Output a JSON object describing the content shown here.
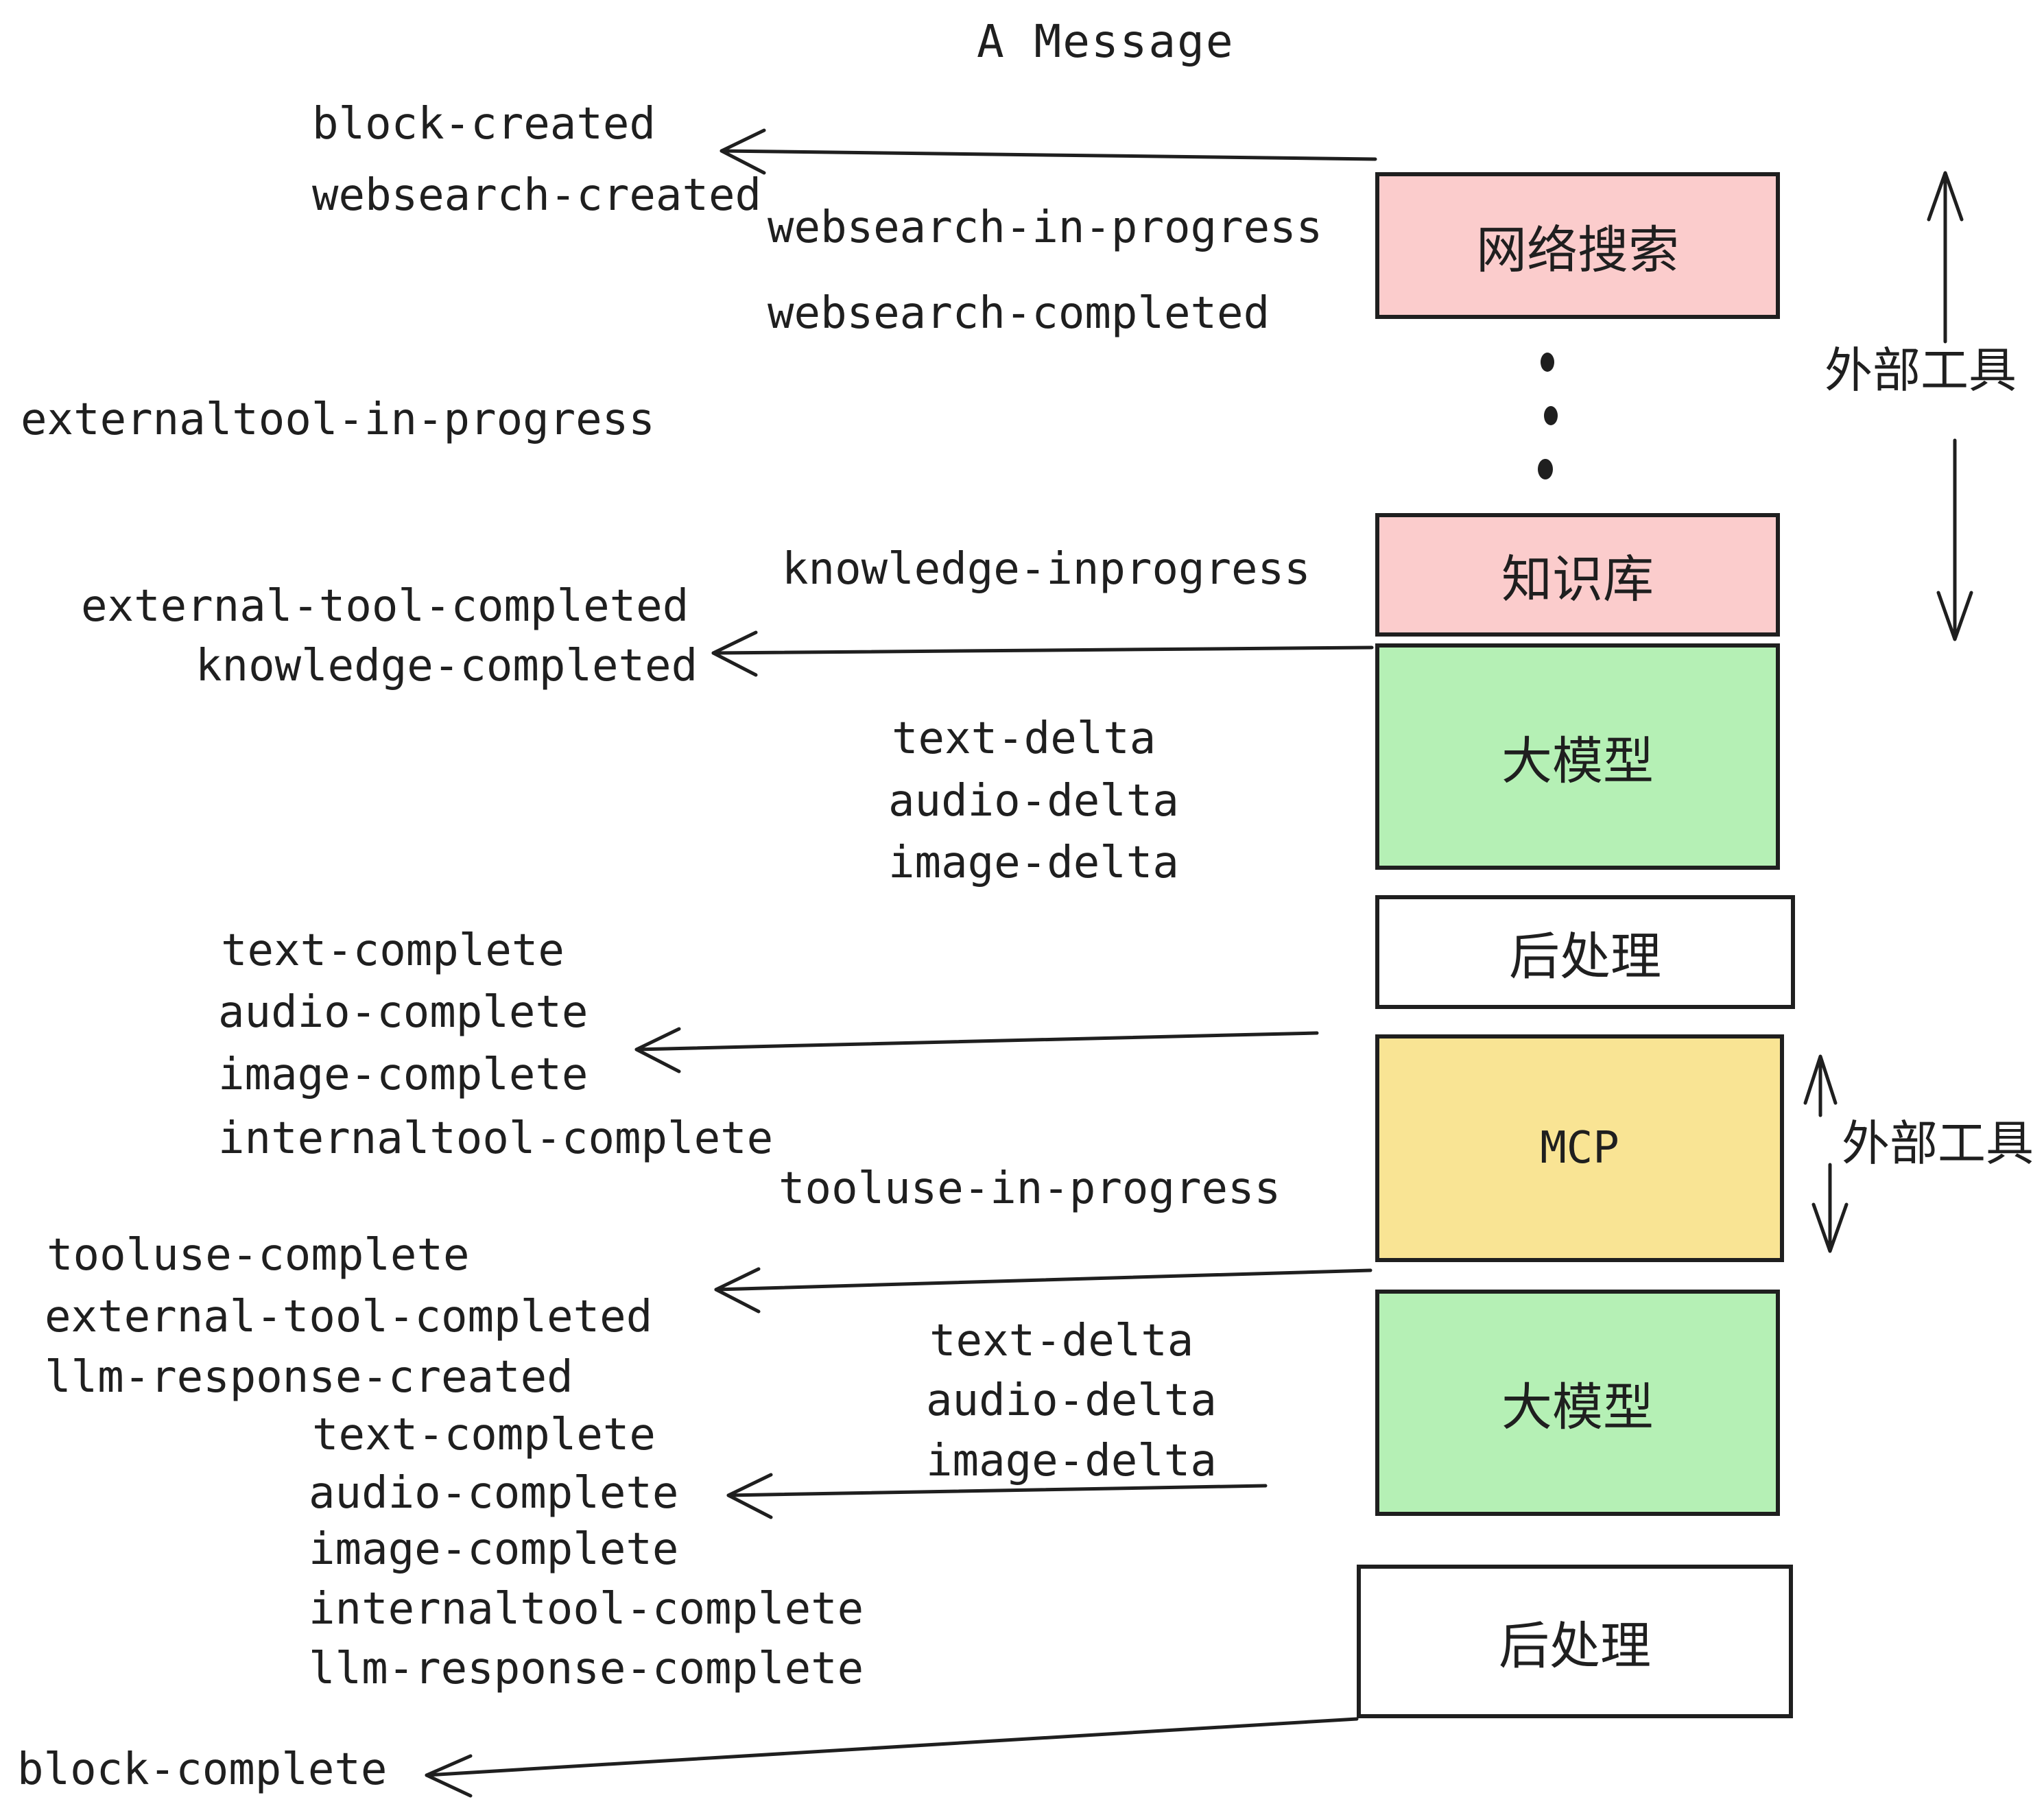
{
  "title": "A Message",
  "colors": {
    "pink": "#fbcccc",
    "green": "#b5f0b5",
    "yellow": "#f9e494",
    "white": "#ffffff",
    "ink": "#1f1f1f"
  },
  "boxes": [
    {
      "label": "网络搜索",
      "color": "pink"
    },
    {
      "label": "知识库",
      "color": "pink"
    },
    {
      "label": "大模型",
      "color": "green"
    },
    {
      "label": "后处理",
      "color": "white"
    },
    {
      "label": "MCP",
      "color": "yellow"
    },
    {
      "label": "大模型",
      "color": "green"
    },
    {
      "label": "后处理",
      "color": "white"
    }
  ],
  "annotations": {
    "external_tools_top": "外部工具",
    "external_tools_mid": "外部工具"
  },
  "events": {
    "block_created": "block-created",
    "websearch_created": "websearch-created",
    "websearch_in_progress": "websearch-in-progress",
    "websearch_completed": "websearch-completed",
    "externaltool_in_progress": "externaltool-in-progress",
    "knowledge_inprogress": "knowledge-inprogress",
    "external_tool_completed_1": "external-tool-completed",
    "knowledge_completed": "knowledge-completed",
    "text_delta_1": "text-delta",
    "audio_delta_1": "audio-delta",
    "image_delta_1": "image-delta",
    "text_complete_1": "text-complete",
    "audio_complete_1": "audio-complete",
    "image_complete_1": "image-complete",
    "internaltool_complete_1": "internaltool-complete",
    "tooluse_in_progress": "tooluse-in-progress",
    "tooluse_complete": "tooluse-complete",
    "external_tool_completed_2": "external-tool-completed",
    "llm_response_created": "llm-response-created",
    "text_delta_2": "text-delta",
    "audio_delta_2": "audio-delta",
    "image_delta_2": "image-delta",
    "text_complete_2": "text-complete",
    "audio_complete_2": "audio-complete",
    "image_complete_2": "image-complete",
    "internaltool_complete_2": "internaltool-complete",
    "llm_response_complete": "llm-response-complete",
    "block_complete": "block-complete"
  }
}
